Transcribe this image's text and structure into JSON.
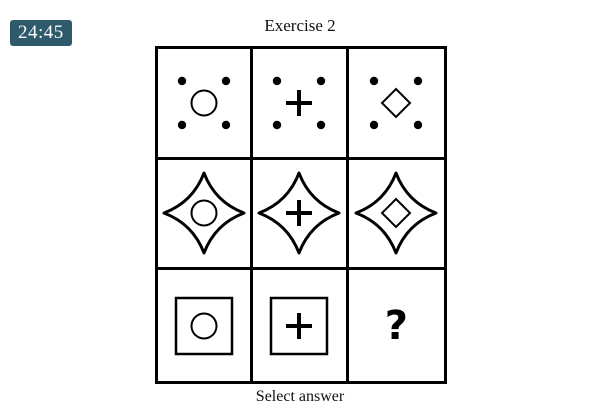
{
  "app": {
    "name": "matrix-reasoning-exercise",
    "background_color": "#ffffff",
    "stroke_color": "#000000"
  },
  "timer": {
    "value": "24:45",
    "background_color": "#2e5a6b",
    "text_color": "#ffffff"
  },
  "header": {
    "title": "Exercise 2"
  },
  "footer": {
    "prompt": "Select answer"
  },
  "matrix": {
    "rows": 3,
    "columns": 3,
    "border_color": "#000000",
    "cells": [
      {
        "id": "r1c1",
        "outer": "four-dots",
        "inner": "circle",
        "label": "dots-with-circle"
      },
      {
        "id": "r1c2",
        "outer": "four-dots",
        "inner": "plus",
        "label": "dots-with-plus"
      },
      {
        "id": "r1c3",
        "outer": "four-dots",
        "inner": "diamond",
        "label": "dots-with-diamond"
      },
      {
        "id": "r2c1",
        "outer": "star",
        "inner": "circle",
        "label": "star-with-circle"
      },
      {
        "id": "r2c2",
        "outer": "star",
        "inner": "plus",
        "label": "star-with-plus"
      },
      {
        "id": "r2c3",
        "outer": "star",
        "inner": "diamond",
        "label": "star-with-diamond"
      },
      {
        "id": "r3c1",
        "outer": "square",
        "inner": "circle",
        "label": "square-with-circle"
      },
      {
        "id": "r3c2",
        "outer": "square",
        "inner": "plus",
        "label": "square-with-plus"
      },
      {
        "id": "r3c3",
        "outer": "question",
        "inner": "none",
        "label": "missing-answer"
      }
    ],
    "question_glyph": "?"
  }
}
